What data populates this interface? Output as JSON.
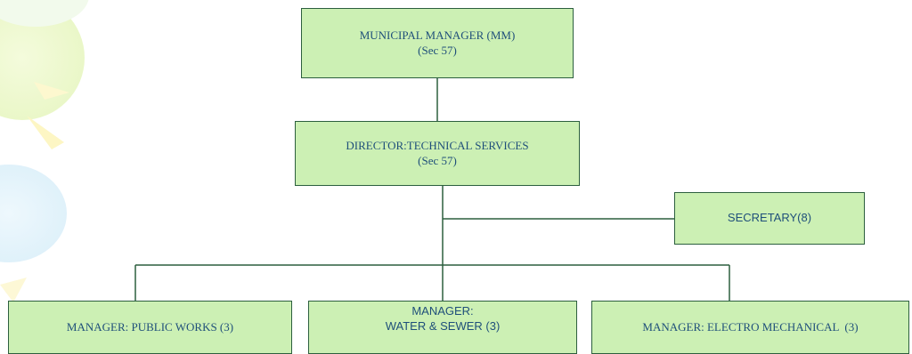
{
  "colors": {
    "box_fill": "#ccf0b4",
    "box_border": "#2c5f3e",
    "text": "#1f4f7a",
    "connector": "#2c5f3e"
  },
  "org_chart": {
    "municipal_manager": {
      "title": "MUNICIPAL MANAGER (MM)",
      "subtitle": "(Sec 57)"
    },
    "director": {
      "title": "DIRECTOR:TECHNICAL SERVICES",
      "subtitle": "(Sec 57)"
    },
    "secretary": {
      "title": "SECRETARY(8)"
    },
    "managers": [
      {
        "title": "MANAGER: PUBLIC WORKS (3)"
      },
      {
        "title": "MANAGER:",
        "subtitle": "WATER & SEWER (3)"
      },
      {
        "title": "MANAGER: ELECTRO MECHANICAL  (3)"
      }
    ]
  }
}
